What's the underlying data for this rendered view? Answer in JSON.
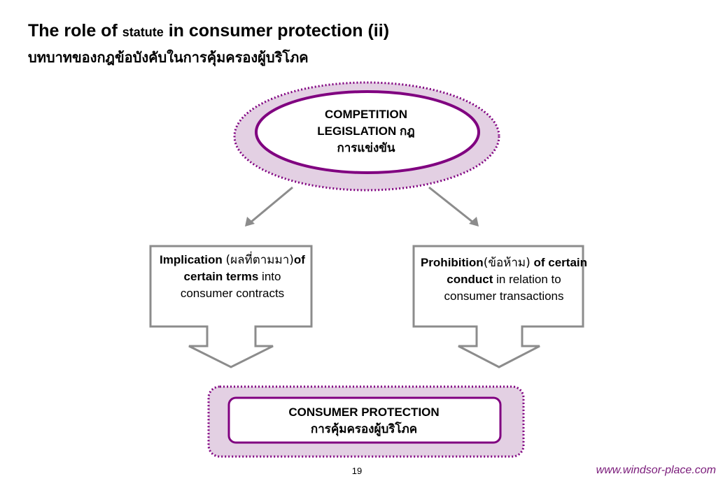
{
  "slide": {
    "title_part1": "The role of",
    "title_small": "statute",
    "title_part2": "in consumer protection (ii)",
    "subtitle": "บทบาทของกฎข้อบังคับในการคุ้มครองผู้บริโภค",
    "page_number": "19",
    "url": "www.windsor-place.com"
  },
  "diagram": {
    "competition": {
      "line1": "COMPETITION",
      "line2": "LEGISLATION",
      "line2_thai": "กฎ",
      "line3": "การแข่งขัน"
    },
    "implication": {
      "bold1": "Implication",
      "paren": "(ผลที่ตามมา)",
      "bold2": "of certain terms",
      "rest": "into consumer contracts"
    },
    "prohibition": {
      "bold1": "Prohibition",
      "paren": "(ข้อห้าม)",
      "bold2": "of certain conduct",
      "rest": "in relation to consumer transactions"
    },
    "consumer_protection": {
      "line1": "CONSUMER PROTECTION",
      "line2": "การคุ้มครองผู้บริโภค"
    }
  },
  "colors": {
    "purple": "#800080",
    "lavender": "#e3d0e3",
    "grey_outline": "#8c8c8c",
    "url_color": "#7a1b7a"
  }
}
